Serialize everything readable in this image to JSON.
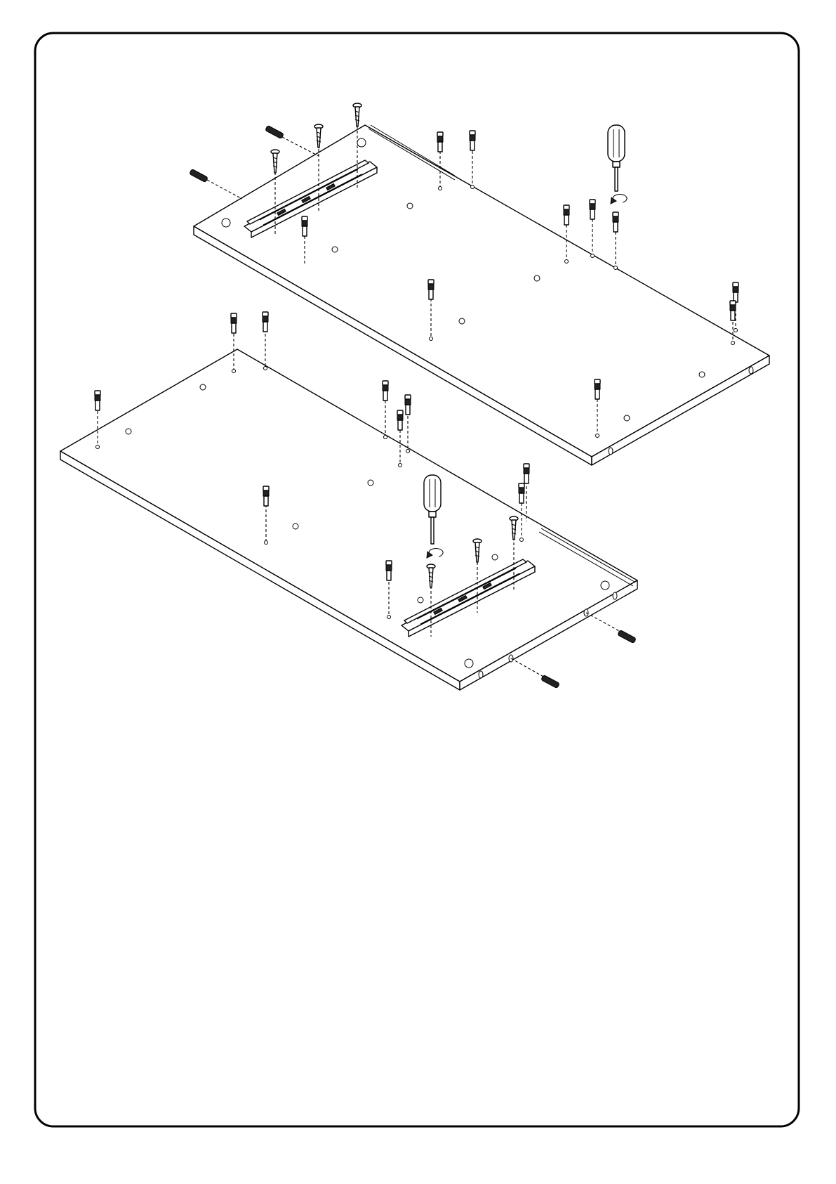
{
  "diagram": {
    "kind": "assembly-instruction-illustration",
    "frame_color": "#000000",
    "background": "#ffffff",
    "panels": [
      {
        "id": "panel-upper",
        "parts": [
          "drawer-slide",
          "cam-bolt",
          "wood-screw",
          "dowel",
          "screwdriver",
          "rotation-arrow"
        ]
      },
      {
        "id": "panel-lower",
        "parts": [
          "drawer-slide",
          "cam-bolt",
          "wood-screw",
          "dowel",
          "screwdriver",
          "rotation-arrow"
        ]
      }
    ],
    "icons": [
      "screwdriver-icon",
      "rotate-arrow-icon",
      "cam-bolt-icon",
      "screw-icon",
      "dowel-icon"
    ]
  }
}
